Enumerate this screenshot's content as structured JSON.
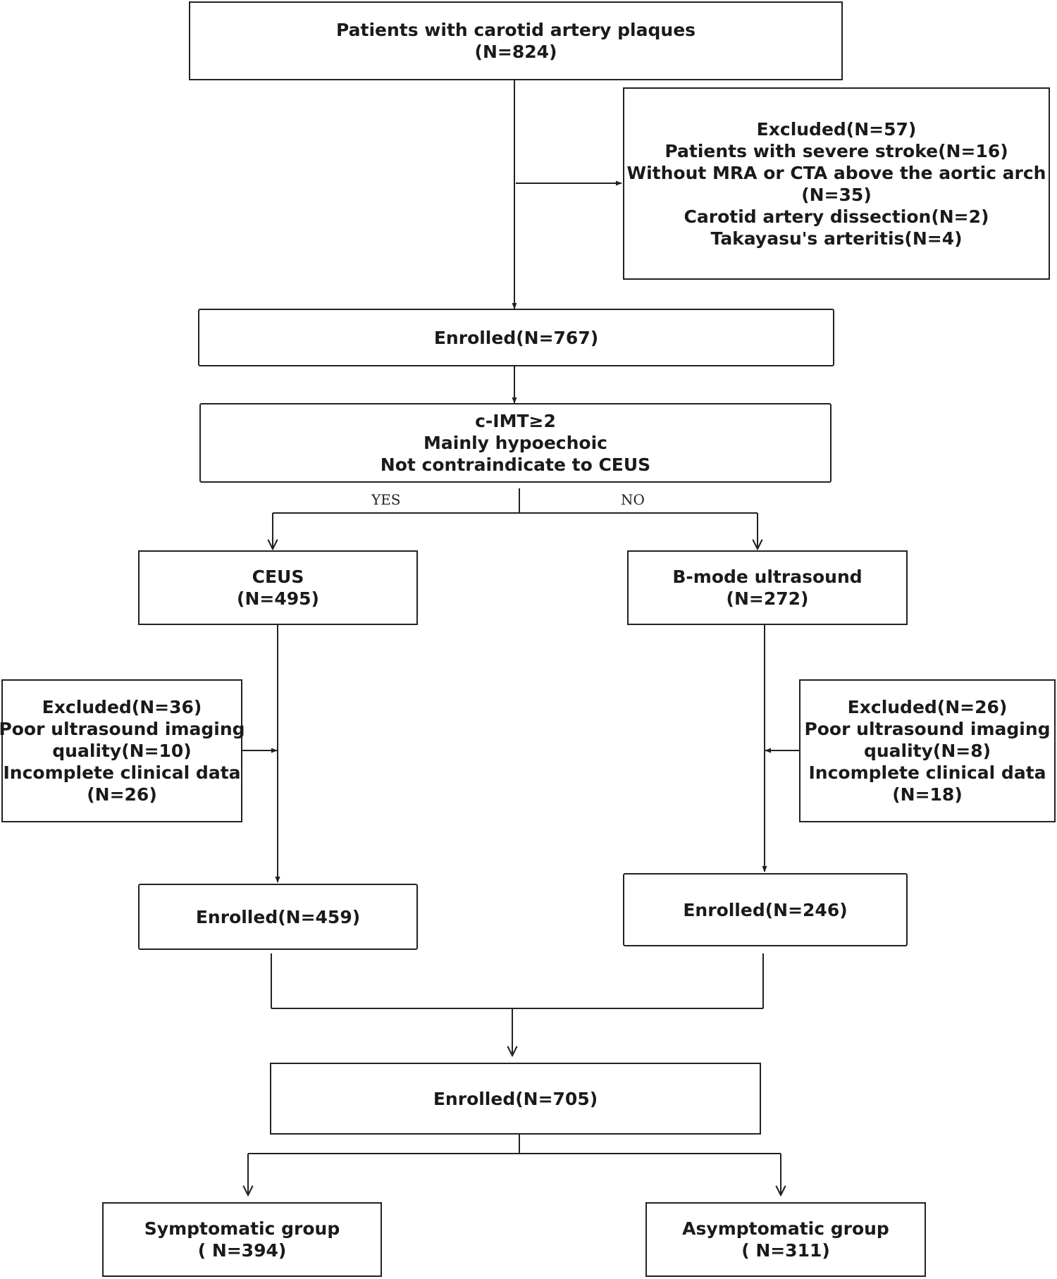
{
  "start": {
    "title": "Patients with carotid artery plaques",
    "count": "(N=824)"
  },
  "excluded_top": {
    "lines": [
      "Excluded(N=57)",
      "Patients with severe stroke(N=16)",
      "Without MRA or CTA above the aortic arch",
      "(N=35)",
      "Carotid artery dissection(N=2)",
      "Takayasu's arteritis(N=4)"
    ]
  },
  "enrolled_1": {
    "text": "Enrolled(N=767)"
  },
  "criteria": {
    "lines": [
      "c-IMT≥2",
      "Mainly hypoechoic",
      "Not contraindicate to CEUS"
    ]
  },
  "branch_labels": {
    "yes": "YES",
    "no": "NO"
  },
  "ceus": {
    "title": "CEUS",
    "count": "(N=495)"
  },
  "bmode": {
    "title": "B-mode ultrasound",
    "count": "(N=272)"
  },
  "excluded_left": {
    "lines": [
      "Excluded(N=36)",
      "Poor ultrasound imaging",
      "quality(N=10)",
      "Incomplete clinical data",
      "(N=26)"
    ]
  },
  "excluded_right": {
    "lines": [
      "Excluded(N=26)",
      "Poor ultrasound imaging",
      "quality(N=8)",
      "Incomplete clinical data",
      "(N=18)"
    ]
  },
  "enrolled_ceus": {
    "text": "Enrolled(N=459)"
  },
  "enrolled_bmode": {
    "text": "Enrolled(N=246)"
  },
  "enrolled_total": {
    "text": "Enrolled(N=705)"
  },
  "symptomatic": {
    "title": "Symptomatic group",
    "count": "( N=394)"
  },
  "asymptomatic": {
    "title": "Asymptomatic group",
    "count": "( N=311)"
  }
}
